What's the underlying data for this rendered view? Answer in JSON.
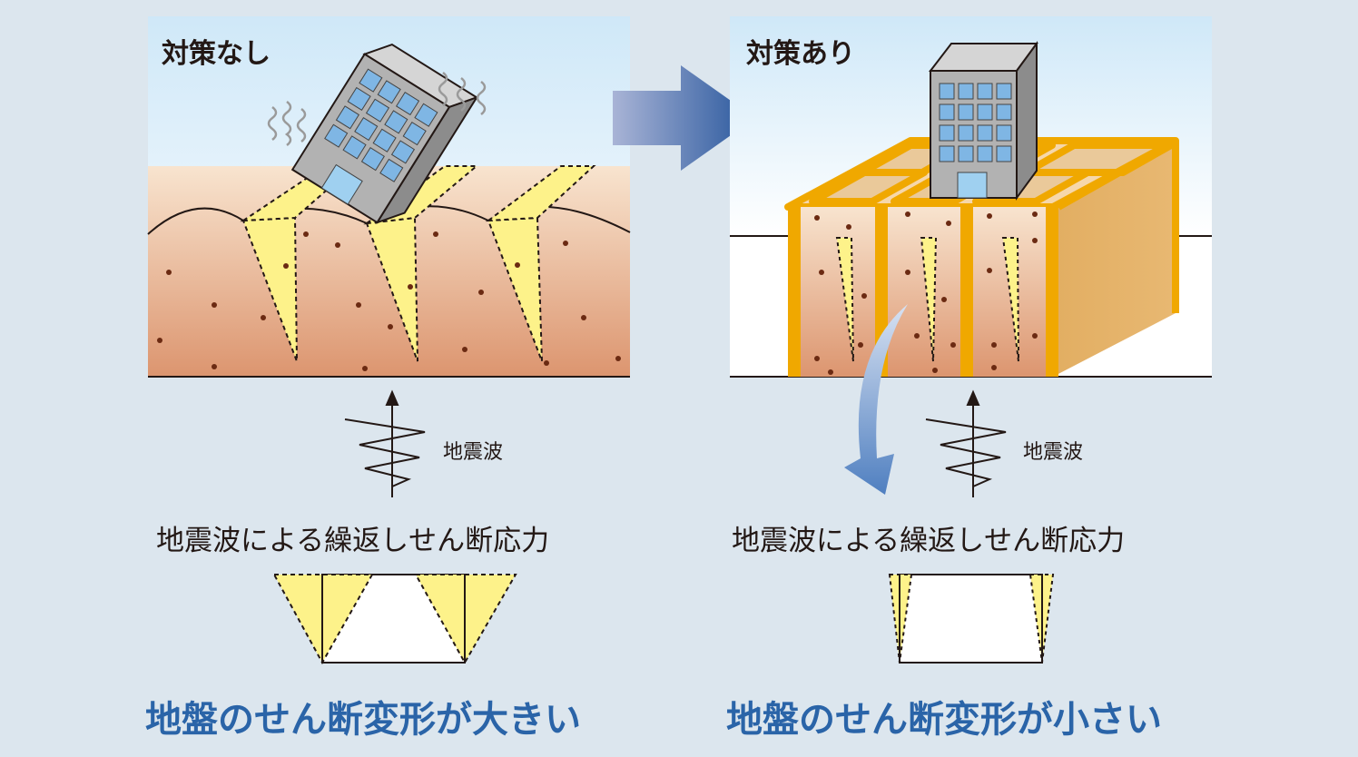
{
  "left_panel": {
    "title": "対策なし",
    "wave_label": "地震波",
    "stress_label": "地震波による繰返しせん断応力",
    "result": "地盤のせん断変形が大きい"
  },
  "right_panel": {
    "title": "対策あり",
    "wave_label": "地震波",
    "stress_label": "地震波による繰返しせん断応力",
    "result": "地盤のせん断変形が小さい"
  },
  "colors": {
    "background": "#dce6ee",
    "result_text": "#2a64a8",
    "shear_yellow": "#fdf28a",
    "lattice_orange": "#f0a800",
    "soil_top": "#f6dcc2",
    "soil_bottom": "#dc9672"
  },
  "icons": [
    "building-icon",
    "arrow-right-icon",
    "curved-arrow-icon",
    "seismic-wave-icon",
    "vibration-lines-icon"
  ]
}
